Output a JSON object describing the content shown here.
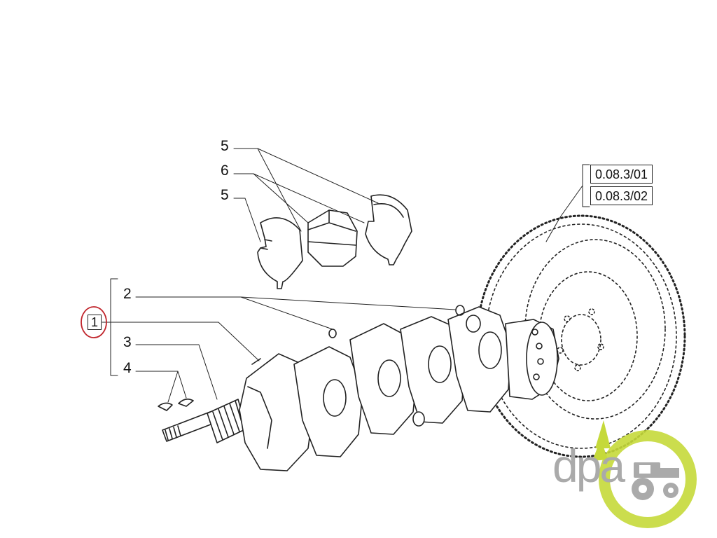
{
  "callouts": {
    "item_1": "1",
    "item_2": "2",
    "item_3": "3",
    "item_4": "4",
    "item_5_top": "5",
    "item_6": "6",
    "item_5_bottom": "5"
  },
  "references": {
    "ref_a": "0.08.3/01",
    "ref_b": "0.08.3/02"
  },
  "watermark": {
    "text": "dpa",
    "accent_color": "#c5d93a",
    "gray_color": "#aaaaaa"
  },
  "colors": {
    "line": "#222222",
    "highlight_circle": "#c0242b"
  }
}
